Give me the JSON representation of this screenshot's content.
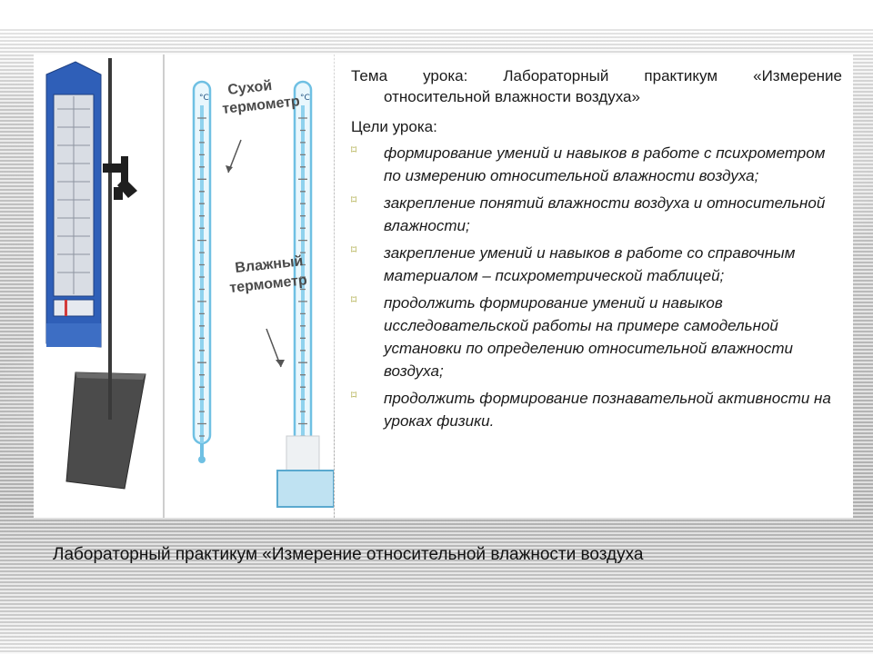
{
  "image": {
    "label_dry": [
      "Сухой",
      "термометр"
    ],
    "label_wet": [
      "Влажный",
      "термометр"
    ],
    "tick_count": 26
  },
  "text": {
    "topic_line1": "Тема урока: Лабораторный практикум «Измерение",
    "topic_line2": "относительной влажности воздуха»",
    "goals_title": "Цели урока:",
    "bullet_glyph": "⌑",
    "goals": [
      "формирование умений и навыков в работе с психрометром по измерению относительной влажности воздуха;",
      "закрепление понятий влажности воздуха и относительной влажности;",
      "закрепление умений и навыков в работе со справочным материалом – психрометрической таблицей;",
      "продолжить формирование умений и навыков исследовательской работы на примере самодельной установки по определению относительной влажности воздуха;",
      "продолжить формирование познавательной активности на уроках физики."
    ]
  },
  "caption": "Лабораторный практикум «Измерение относительной влажности воздуха",
  "colors": {
    "psychrometer_blue": "#2f5fb8",
    "thermometer_blue": "#6fc0e3",
    "bullet": "#a7a436",
    "water": "#bfe2f2"
  }
}
